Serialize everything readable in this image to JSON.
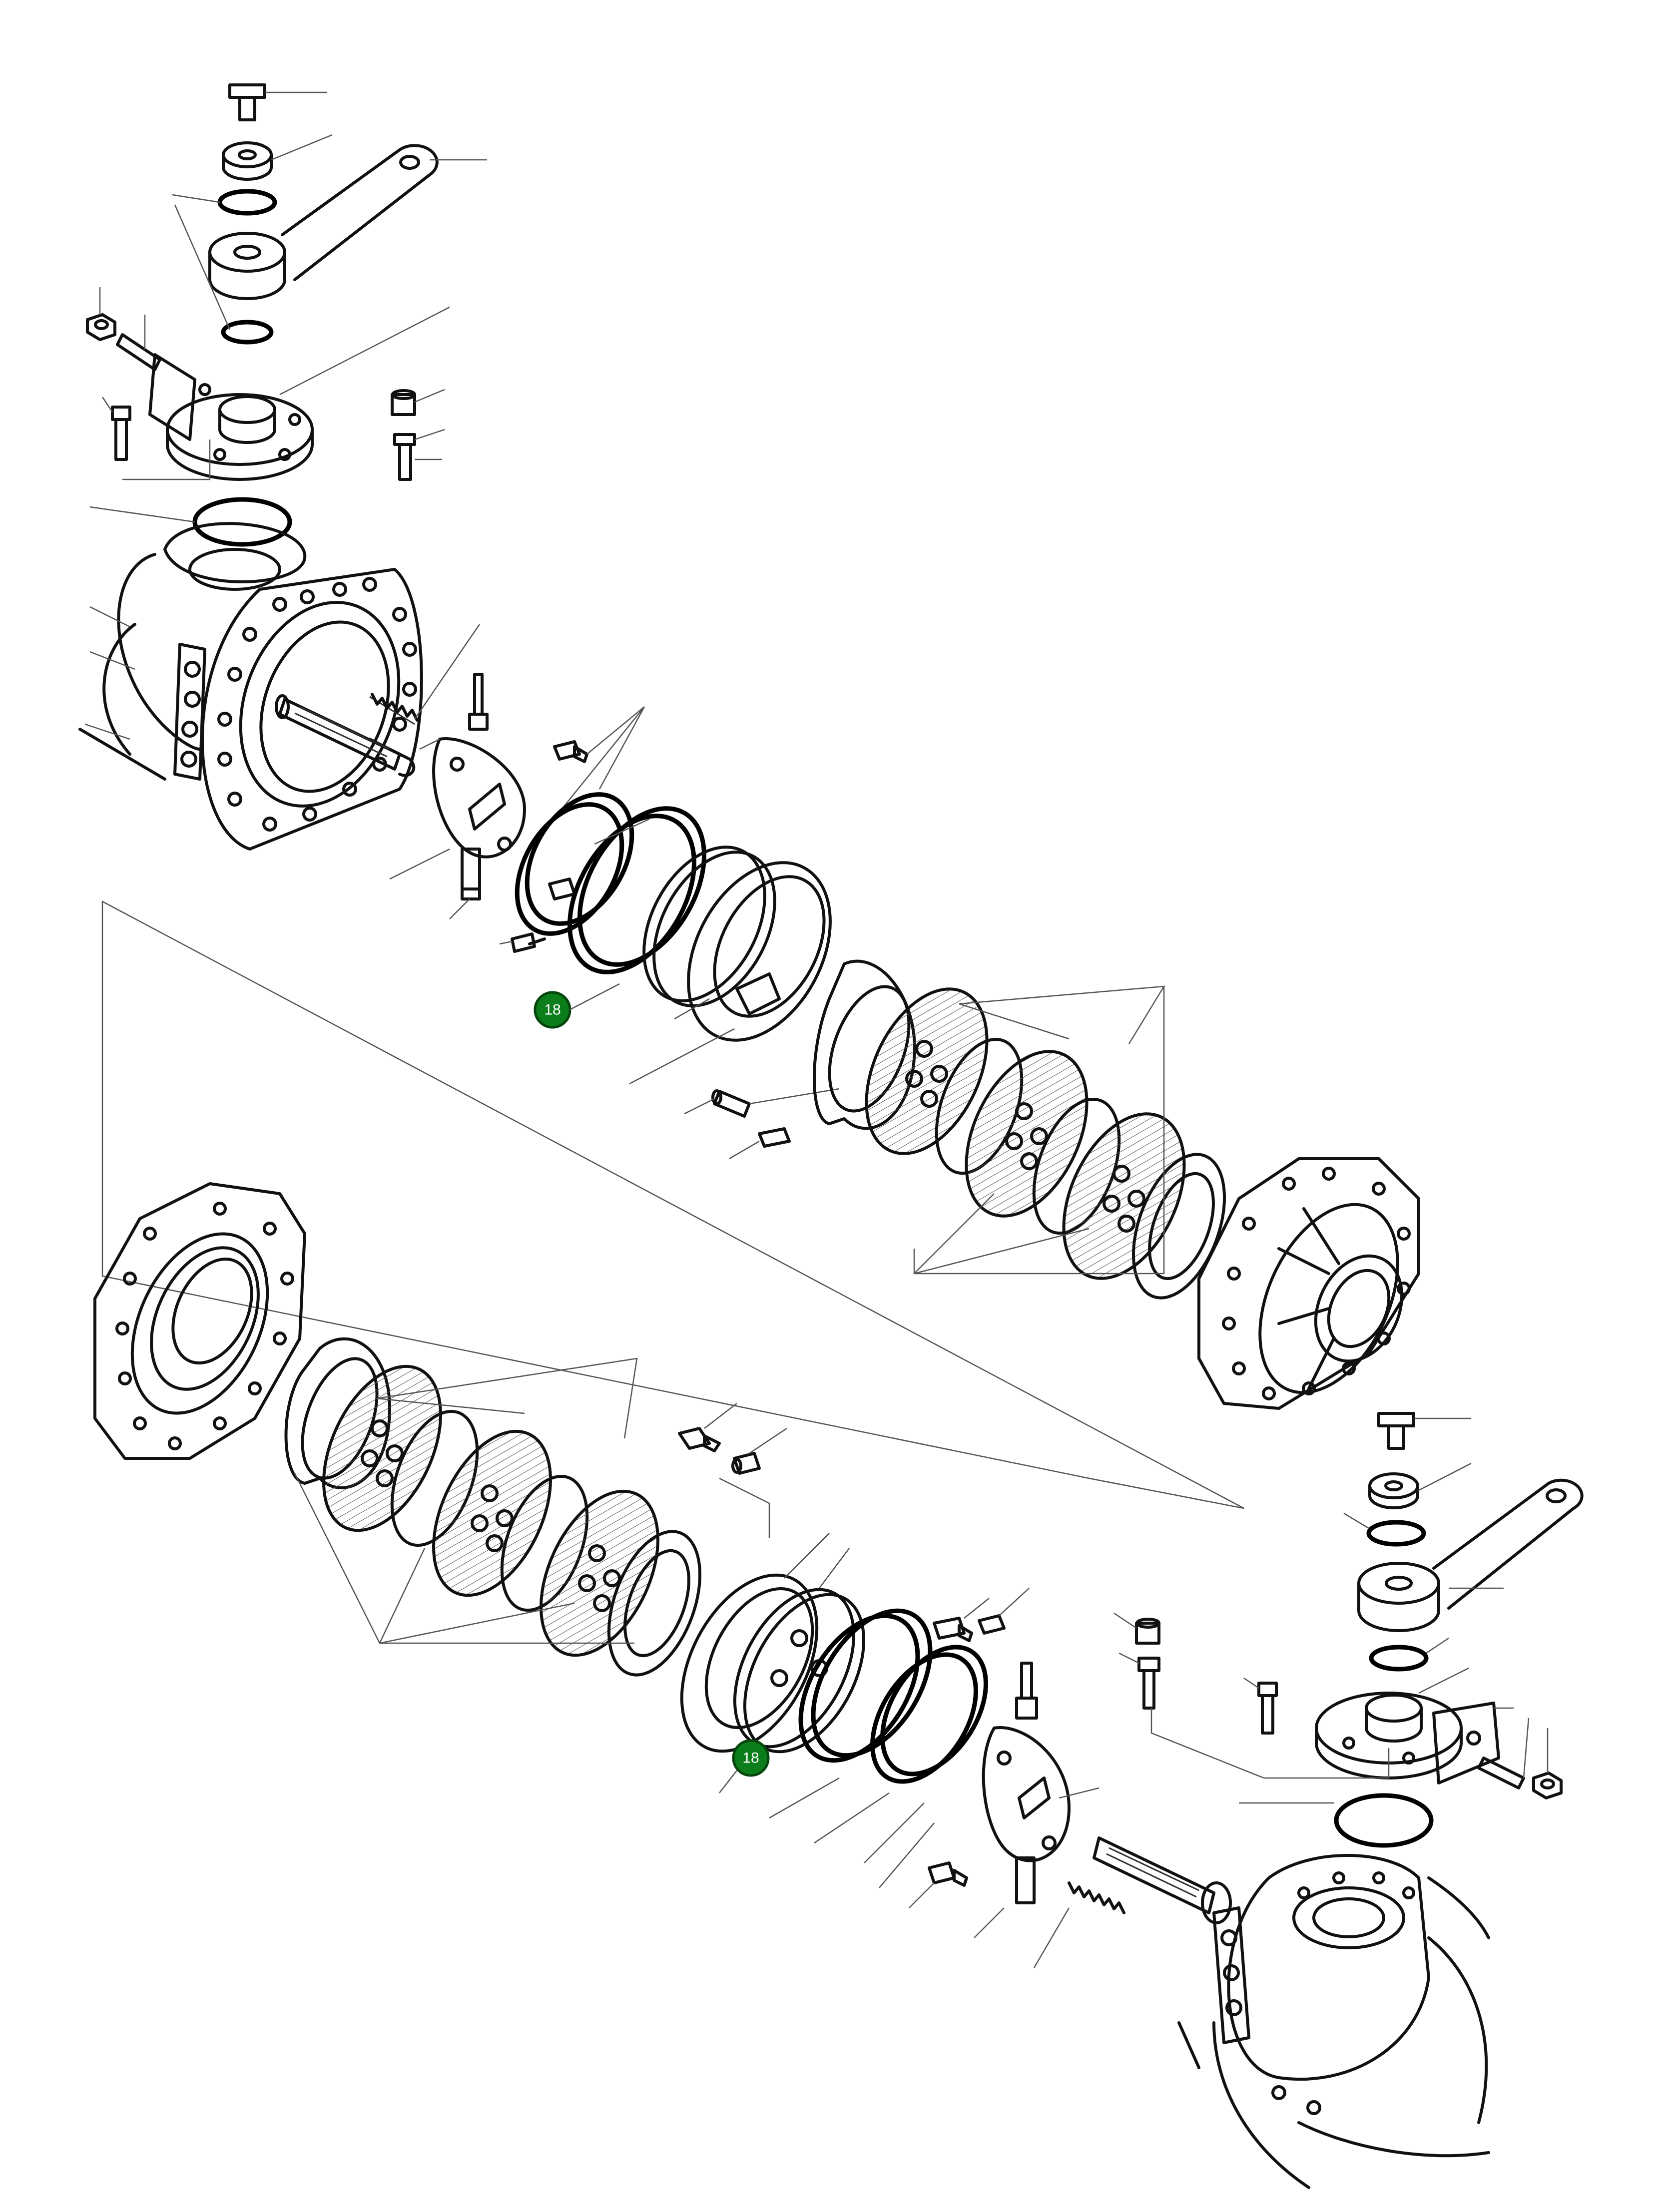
{
  "callouts": [
    {
      "id": "callout-upper",
      "label": "18"
    },
    {
      "id": "callout-lower",
      "label": "18"
    }
  ],
  "colors": {
    "callout_fill": "#0b7d1a",
    "callout_text": "#ffffff",
    "line": "#111111"
  }
}
